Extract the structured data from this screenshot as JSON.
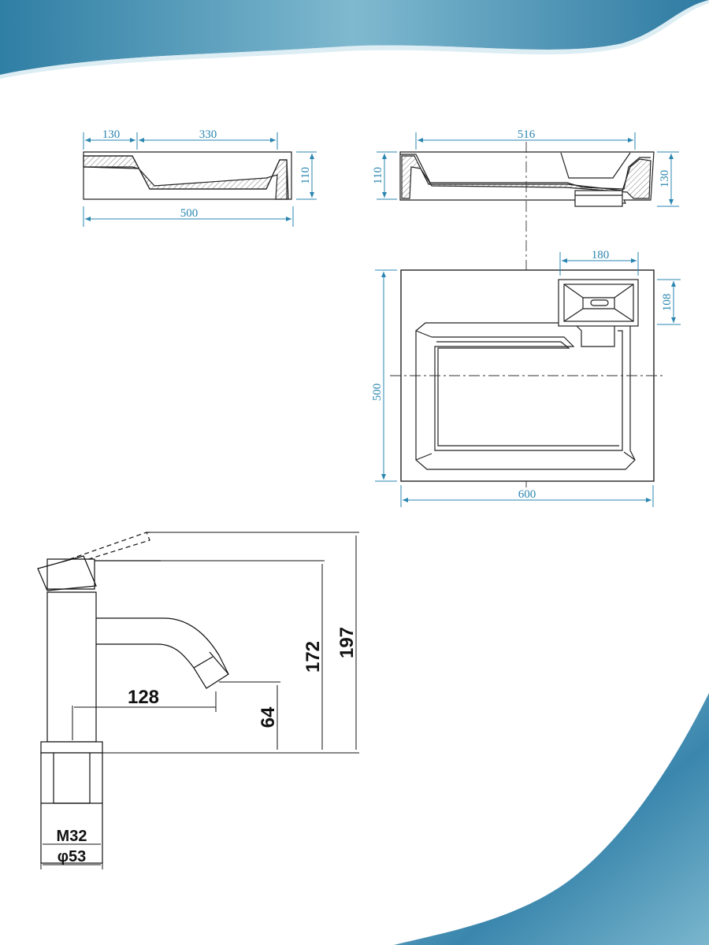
{
  "colors": {
    "wave_dark": "#2e7fa6",
    "wave_light": "#8cc3d6",
    "dimension_blue": "#2a86b0",
    "drawing_line": "#222222"
  },
  "side_view": {
    "dim_top_left": "130",
    "dim_top_right": "330",
    "dim_height": "110",
    "dim_width": "500"
  },
  "front_view": {
    "dim_top": "516",
    "dim_height_left": "110",
    "dim_height_right": "130"
  },
  "top_view": {
    "dim_soap_width": "180",
    "dim_soap_height": "108",
    "dim_depth": "500",
    "dim_width": "600"
  },
  "faucet": {
    "dim_spout_reach": "128",
    "dim_spout_height": "64",
    "dim_body_height": "172",
    "dim_total_height": "197",
    "dim_thread": "M32",
    "dim_base_diameter": "φ53"
  }
}
